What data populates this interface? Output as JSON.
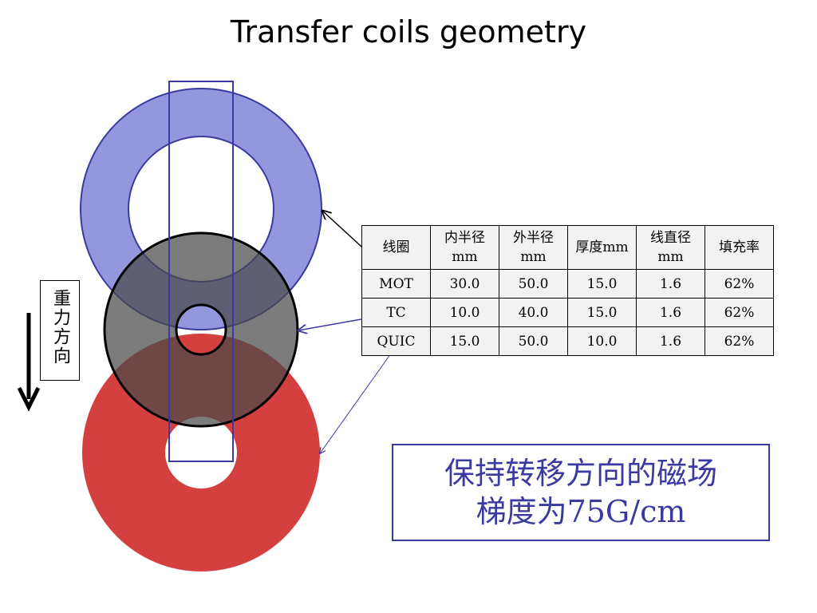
{
  "title": "Transfer coils geometry",
  "gravity_label": "重力方向",
  "table": {
    "headers": [
      {
        "line1": "线圈",
        "line2": ""
      },
      {
        "line1": "内半径",
        "line2": "mm"
      },
      {
        "line1": "外半径",
        "line2": "mm"
      },
      {
        "line1": "厚度mm",
        "line2": ""
      },
      {
        "line1": "线直径",
        "line2": "mm"
      },
      {
        "line1": "填充率",
        "line2": ""
      }
    ],
    "rows": [
      [
        "MOT",
        "30.0",
        "50.0",
        "15.0",
        "1.6",
        "62%"
      ],
      [
        "TC",
        "10.0",
        "40.0",
        "15.0",
        "1.6",
        "62%"
      ],
      [
        "QUIC",
        "15.0",
        "50.0",
        "10.0",
        "1.6",
        "62%"
      ]
    ]
  },
  "note": {
    "line1": "保持转移方向的磁场",
    "line2": "梯度为75G/cm"
  },
  "colors": {
    "mot_coil": "#9497dd",
    "tc_coil": "#555555",
    "quic_coil": "#d44040",
    "note_text": "#3a3aa0",
    "pointer_line": "#3a3aa0"
  }
}
